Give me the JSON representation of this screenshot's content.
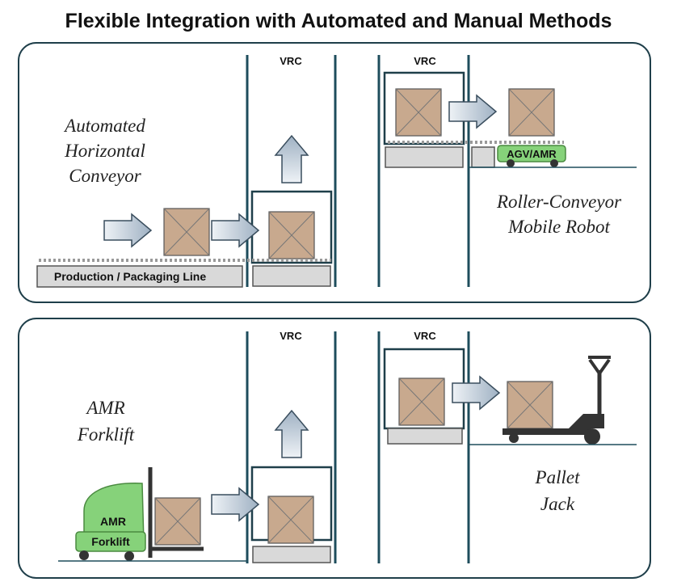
{
  "title": "Flexible Integration with Automated and Manual Methods",
  "top_panel": {
    "vrc_left": "VRC",
    "vrc_right": "VRC",
    "method_left_line1": "Automated",
    "method_left_line2": "Horizontal",
    "method_left_line3": "Conveyor",
    "conveyor_label": "Production / Packaging Line",
    "robot_label": "AGV/AMR",
    "method_right_line1": "Roller-Conveyor",
    "method_right_line2": "Mobile Robot"
  },
  "bottom_panel": {
    "vrc_left": "VRC",
    "vrc_right": "VRC",
    "method_left_line1": "AMR",
    "method_left_line2": "Forklift",
    "forklift_label_top": "AMR",
    "forklift_label_bottom": "Forklift",
    "method_right_line1": "Pallet",
    "method_right_line2": "Jack"
  },
  "colors": {
    "frame": "#1f3f4a",
    "rail": "#1e4d5c",
    "box_fill": "#c8a98e",
    "arrow_fill": "#b7c4d1",
    "green": "#86d27a",
    "platform": "#d9d9d9"
  }
}
